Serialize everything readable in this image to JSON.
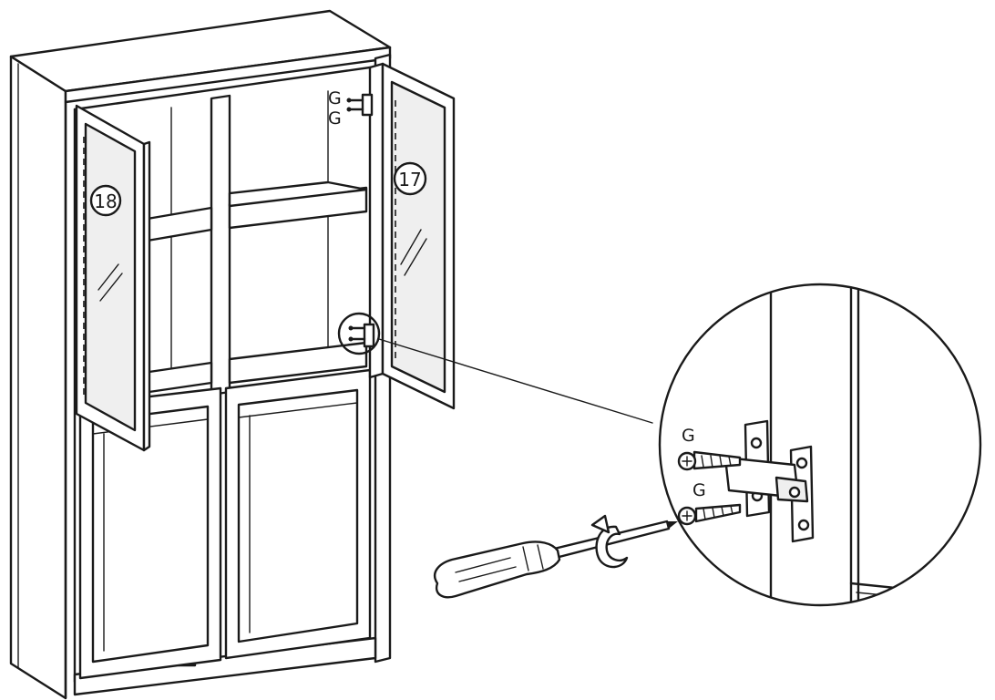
{
  "diagram": {
    "door_right_number": "17",
    "door_left_number": "18",
    "screw_labels": {
      "top_upper": "G",
      "top_lower": "G",
      "detail_upper": "G",
      "detail_lower": "G"
    }
  },
  "colors": {
    "line": "#1a1a1a",
    "background": "#ffffff"
  }
}
